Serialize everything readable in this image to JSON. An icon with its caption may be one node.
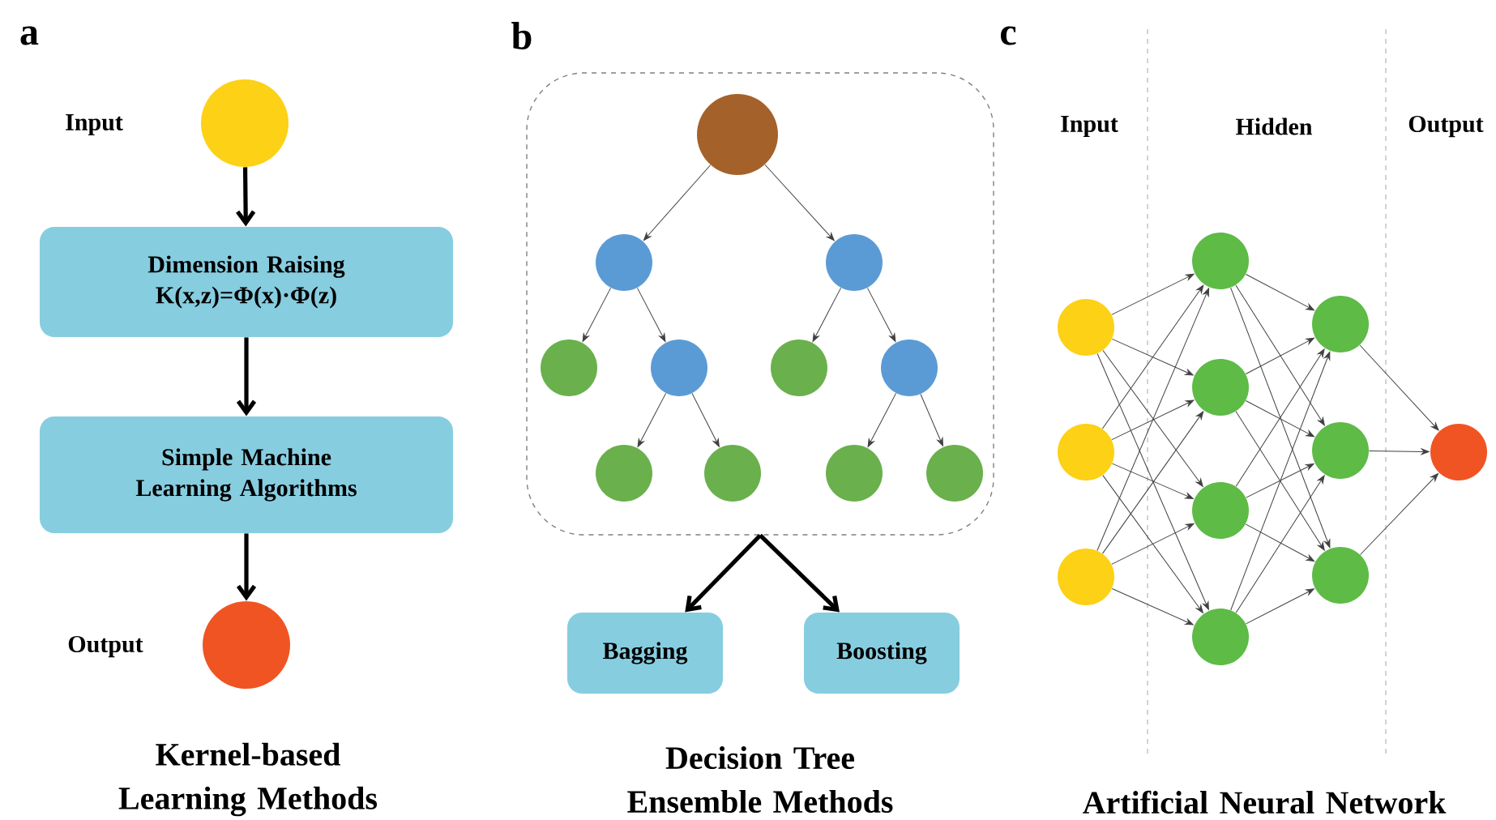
{
  "diagram": {
    "nodes": [
      {
        "text": [],
        "shape": "circle",
        "beside": [
          "Input"
        ]
      },
      {
        "text": [
          "Dimension Raising",
          "K(x,z)=Φ(x)·Φ(z)"
        ]
      },
      {
        "text": [
          "Simple Machine Learning Algorithms"
        ]
      },
      {
        "text": [],
        "shape": "circle",
        "beside": [
          "Output"
        ]
      },
      {
        "text": [],
        "shape": "box"
      },
      {
        "text": [],
        "shape": "circle",
        "in": 4
      },
      {
        "text": [],
        "shape": "circle",
        "in": 4
      },
      {
        "text": [],
        "shape": "circle",
        "in": 4
      },
      {
        "text": [],
        "shape": "circle",
        "in": 4
      },
      {
        "text": [],
        "shape": "circle",
        "in": 4
      },
      {
        "text": [],
        "shape": "circle",
        "in": 4
      },
      {
        "text": [],
        "shape": "circle",
        "in": 4
      },
      {
        "text": [],
        "shape": "circle",
        "in": 4
      },
      {
        "text": [],
        "shape": "circle",
        "in": 4
      },
      {
        "text": [],
        "shape": "circle",
        "in": 4
      },
      {
        "text": [],
        "shape": "circle",
        "in": 4
      },
      {
        "text": [
          "Bagging"
        ]
      },
      {
        "text": [
          "Boosting"
        ]
      },
      {
        "text": [],
        "shape": "circle"
      },
      {
        "text": [],
        "shape": "circle"
      },
      {
        "text": [],
        "shape": "circle"
      },
      {
        "text": [],
        "shape": "circle"
      },
      {
        "text": [],
        "shape": "circle"
      },
      {
        "text": [],
        "shape": "circle"
      },
      {
        "text": [],
        "shape": "circle"
      },
      {
        "text": [],
        "shape": "circle"
      },
      {
        "text": [],
        "shape": "circle"
      },
      {
        "text": [],
        "shape": "circle"
      },
      {
        "text": [],
        "shape": "circle"
      }
    ],
    "edges": [
      {
        "from": 0,
        "to": 1,
        "arrow": "to",
        "style": "thick"
      },
      {
        "from": 1,
        "to": 2,
        "arrow": "to",
        "style": "thick"
      },
      {
        "from": 2,
        "to": 3,
        "arrow": "to",
        "style": "thick"
      },
      {
        "from": 5,
        "to": 6,
        "arrow": "to"
      },
      {
        "from": 5,
        "to": 7,
        "arrow": "to"
      },
      {
        "from": 6,
        "to": 8,
        "arrow": "to"
      },
      {
        "from": 6,
        "to": 9,
        "arrow": "to"
      },
      {
        "from": 7,
        "to": 10,
        "arrow": "to"
      },
      {
        "from": 7,
        "to": 11,
        "arrow": "to"
      },
      {
        "from": 9,
        "to": 12,
        "arrow": "to"
      },
      {
        "from": 9,
        "to": 13,
        "arrow": "to"
      },
      {
        "from": 11,
        "to": 14,
        "arrow": "to"
      },
      {
        "from": 11,
        "to": 15,
        "arrow": "to"
      },
      {
        "from": 4,
        "to": 16,
        "arrow": "to",
        "style": "thick"
      },
      {
        "from": 4,
        "to": 17,
        "arrow": "to",
        "style": "thick"
      },
      {
        "from": 18,
        "to": 21,
        "arrow": "to"
      },
      {
        "from": 18,
        "to": 22,
        "arrow": "to"
      },
      {
        "from": 18,
        "to": 23,
        "arrow": "to"
      },
      {
        "from": 18,
        "to": 24,
        "arrow": "to"
      },
      {
        "from": 19,
        "to": 21,
        "arrow": "to"
      },
      {
        "from": 19,
        "to": 22,
        "arrow": "to"
      },
      {
        "from": 19,
        "to": 23,
        "arrow": "to"
      },
      {
        "from": 19,
        "to": 24,
        "arrow": "to"
      },
      {
        "from": 20,
        "to": 21,
        "arrow": "to"
      },
      {
        "from": 20,
        "to": 22,
        "arrow": "to"
      },
      {
        "from": 20,
        "to": 23,
        "arrow": "to"
      },
      {
        "from": 20,
        "to": 24,
        "arrow": "to"
      },
      {
        "from": 21,
        "to": 25,
        "arrow": "to"
      },
      {
        "from": 21,
        "to": 26,
        "arrow": "to"
      },
      {
        "from": 21,
        "to": 27,
        "arrow": "to"
      },
      {
        "from": 22,
        "to": 25,
        "arrow": "to"
      },
      {
        "from": 22,
        "to": 26,
        "arrow": "to"
      },
      {
        "from": 22,
        "to": 27,
        "arrow": "to"
      },
      {
        "from": 23,
        "to": 25,
        "arrow": "to"
      },
      {
        "from": 23,
        "to": 26,
        "arrow": "to"
      },
      {
        "from": 23,
        "to": 27,
        "arrow": "to"
      },
      {
        "from": 24,
        "to": 25,
        "arrow": "to"
      },
      {
        "from": 24,
        "to": 26,
        "arrow": "to"
      },
      {
        "from": 24,
        "to": 27,
        "arrow": "to"
      },
      {
        "from": 25,
        "to": 28,
        "arrow": "to"
      },
      {
        "from": 26,
        "to": 28,
        "arrow": "to"
      },
      {
        "from": 27,
        "to": 28,
        "arrow": "to"
      }
    ],
    "labels": [
      "a",
      "b",
      "c",
      "Input",
      "Hidden",
      "Output",
      "Kernel-based Learning Methods",
      "Decision Tree Ensemble Methods",
      "Artificial Neural Network"
    ]
  }
}
